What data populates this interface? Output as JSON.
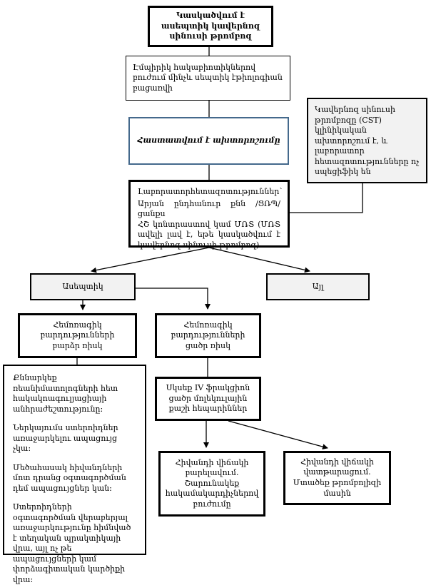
{
  "colors": {
    "gray_box_bg": "#f2f2f2",
    "blue_border": "#44698C",
    "line": "#000000"
  },
  "nodes": {
    "suspected": {
      "text": "Կասկածվում է ասեպտիկ կավերնոզ սինուսի թրոմբոզ"
    },
    "empiric": {
      "text": "Էմպիրիկ հակաբիոտիկներով բուժում մինչև սեպտիկ էթիոլոգիան բացառվի"
    },
    "diagnosis": {
      "text": "Հաստատվում է ախտորոշումը"
    },
    "cst_note": {
      "text": "Կավերնոզ սինուսի թրոմբոզը (CST) կլինիկական ախտորոշում է, և լաբորատոր հետազոտությունները ոչ սպեցիֆիկ են"
    },
    "lab": {
      "title_left": "Լաբորատոր",
      "title_right": "հետազոտություններ՝",
      "body": "Արյան ընդհանուր քնն /ՑՌՊ/ցանքս\nՀՇ կոնտրաստով կամ ՄՌՏ (ՄՌՏ ավելի լավ է, եթե կասկածվում է կավերնոզ սինուսի թրոմբոզ)"
    },
    "aseptic": {
      "text": "Ասեպտիկ"
    },
    "other": {
      "text": "Այլ"
    },
    "high_risk": {
      "text": "Հեմոռագիկ բարդությունների բարձր ռիսկ"
    },
    "low_risk": {
      "text": "Հեմոռագիկ բարդությունների ցածր ռիսկ"
    },
    "discuss": {
      "paragraphs": [
        "Քննարկեք ռեանիմատոլոգների հետ հակակոագուլյացիայի անհրաժեշտությունը։",
        "Ներկայումս ստերոիդներ առաջարկելու ապացույց չկա։",
        "Մեծահասակ հիվանդների մոտ դրանց օգտագործման դեմ ապացույցներ կան։",
        "Ստերոիդների օգտագործման վերաբերյալ առաջարկությունը հիմնված է տեղական պրակտիկայի վրա, այլ ոչ թե ապացույցների կամ փորձագիտական կարծիքի վրա։"
      ]
    },
    "heparin": {
      "text": "Սկսեք IV ֆրակցիոն ցածր մոլեկուլային քաշի հեպարիններ"
    },
    "improve": {
      "text": "Հիվանդի վիճակի բարելավում.\nՇարունակեք հակամակարդիչներով բուժումը"
    },
    "worsen": {
      "text": "Հիվանդի վիճակի վատթարացում.\nՄտածեք թրոմբոլիզի մասին"
    }
  }
}
